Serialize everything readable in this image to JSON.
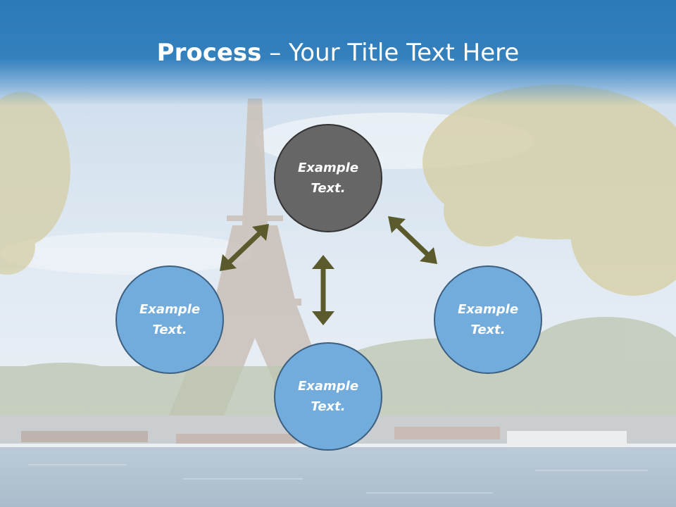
{
  "slide": {
    "title_bold": "Process",
    "title_dash": " – ",
    "title_rest": "Your Title Text Here"
  },
  "nodes": {
    "top": "Example Text.",
    "left": "Example Text.",
    "bottom": "Example Text.",
    "right": "Example Text."
  },
  "colors": {
    "header_blue": "#2d7ab8",
    "circle_blue": "#71acdd",
    "circle_gray": "#666666",
    "arrow_olive": "#5a5a2c"
  },
  "background": "photo of Eiffel Tower and Seine river with trees, washed out"
}
